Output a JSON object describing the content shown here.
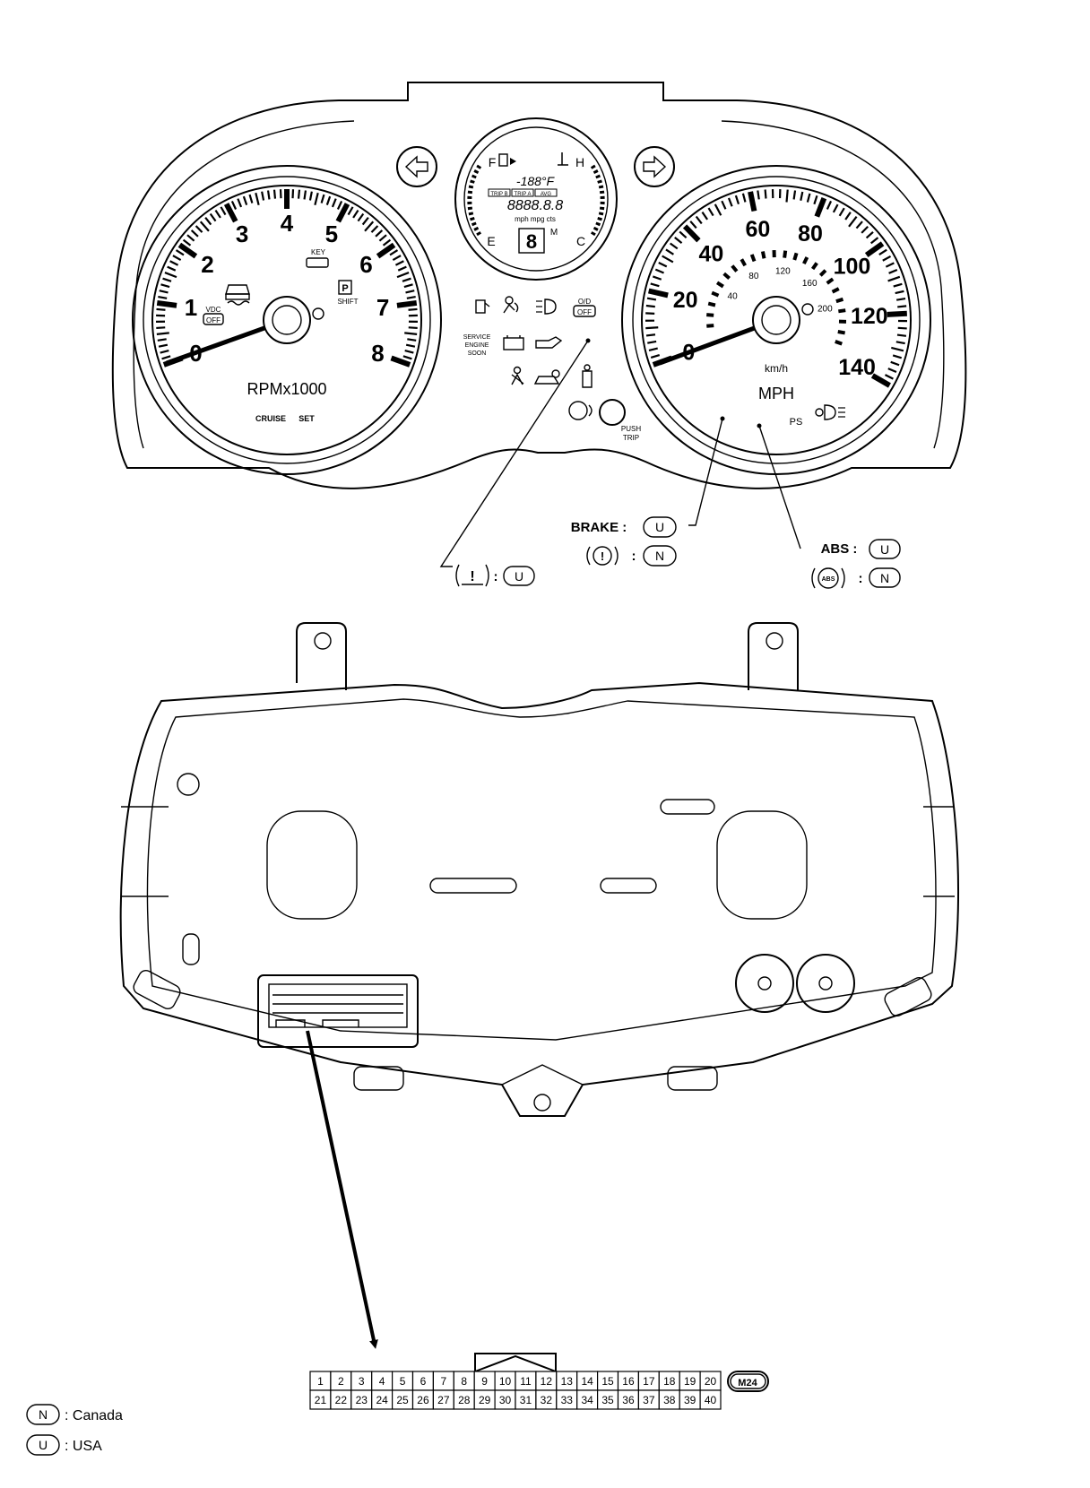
{
  "tachometer": {
    "numerals": [
      "0",
      "1",
      "2",
      "3",
      "4",
      "5",
      "6",
      "7",
      "8"
    ],
    "unit_label": "RPMx1000",
    "cruise_label": "CRUISE",
    "set_label": "SET",
    "vdc_top": "VDC",
    "vdc_bottom": "OFF",
    "key_label": "KEY",
    "shift_label": "SHIFT"
  },
  "speedometer": {
    "mph_numerals": [
      "0",
      "20",
      "40",
      "60",
      "80",
      "100",
      "120",
      "140"
    ],
    "kmh_numerals": [
      "40",
      "80",
      "120",
      "160",
      "200"
    ],
    "kmh_label": "km/h",
    "mph_label": "MPH",
    "ps_label": "PS"
  },
  "center_display": {
    "fuel_full": "F",
    "fuel_empty": "E",
    "temp_hot": "H",
    "temp_cold": "C",
    "temperature": "-188°F",
    "trip_tabs": [
      "TRIP B",
      "TRIP A",
      "AVG"
    ],
    "odometer": "8888.8.8",
    "units": "mph mpg cts",
    "gear": "8",
    "gear_mode": "M"
  },
  "warning_lights": {
    "service_engine_soon": [
      "SERVICE",
      "ENGINE",
      "SOON"
    ],
    "od_top": "O/D",
    "od_bottom": "OFF"
  },
  "push_trip": [
    "PUSH",
    "TRIP"
  ],
  "callouts": {
    "brake_label": "BRAKE :",
    "tpms_code": "U",
    "brake_u_code": "U",
    "brake_n_code": "N",
    "abs_label": "ABS :",
    "abs_u_code": "U",
    "abs_n_code": "N",
    "abs_icon_text": "ABS",
    "colon": ":"
  },
  "connector": {
    "id": "M24",
    "row1": [
      "1",
      "2",
      "3",
      "4",
      "5",
      "6",
      "7",
      "8",
      "9",
      "10",
      "11",
      "12",
      "13",
      "14",
      "15",
      "16",
      "17",
      "18",
      "19",
      "20"
    ],
    "row2": [
      "21",
      "22",
      "23",
      "24",
      "25",
      "26",
      "27",
      "28",
      "29",
      "30",
      "31",
      "32",
      "33",
      "34",
      "35",
      "36",
      "37",
      "38",
      "39",
      "40"
    ]
  },
  "legend": [
    {
      "code": "N",
      "text": ": Canada"
    },
    {
      "code": "U",
      "text": ": USA"
    }
  ]
}
